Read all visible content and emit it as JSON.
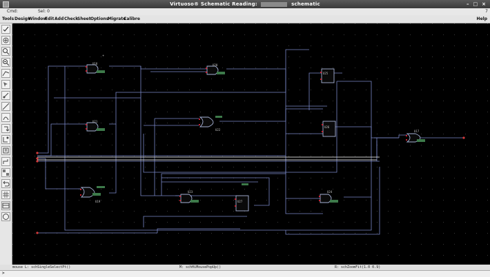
{
  "window": {
    "title_prefix": "Virtuoso® Schematic Reading:",
    "title_suffix": "schematic",
    "min_btn": "–",
    "max_btn": "□",
    "close_btn": "×"
  },
  "status": {
    "cmd": "Cmd:",
    "sel": "Sel: 0",
    "num": "7"
  },
  "menu": {
    "items": [
      "Tools",
      "Design",
      "Window",
      "Edit",
      "Add",
      "Check",
      "Sheet",
      "Options",
      "Migrate",
      "Calibre"
    ],
    "help": "Help"
  },
  "toolbar": {
    "icons": [
      "check-icon",
      "stop-icon",
      "zoom-in-icon",
      "zoom-out-icon",
      "wire-icon",
      "select-icon",
      "pin-icon",
      "line-icon",
      "arc-icon",
      "rotate-icon",
      "label-icon",
      "property-icon",
      "path-icon",
      "hierarchy-icon",
      "undo-icon",
      "grid-icon",
      "table-icon",
      "circle-icon"
    ]
  },
  "schematic": {
    "instances": [
      {
        "label": "U18",
        "type": "nand"
      },
      {
        "label": "U20",
        "type": "nand"
      },
      {
        "label": "U21",
        "type": "nand"
      },
      {
        "label": "U22",
        "type": "or"
      },
      {
        "label": "U19",
        "type": "or"
      },
      {
        "label": "U23",
        "type": "nand"
      },
      {
        "label": "U24",
        "type": "nand"
      },
      {
        "label": "U17",
        "type": "or"
      },
      {
        "label": "U25",
        "type": "box"
      },
      {
        "label": "U26",
        "type": "box"
      },
      {
        "label": "U27",
        "type": "box"
      }
    ]
  },
  "bottom": {
    "mouse_l": "mouse L: schSingleSelectPt()",
    "mouse_m": "M: schHiMousePopUp()",
    "mouse_r": "R: schZoomFit(1.0 0.9)"
  },
  "cmdline": {
    "prompt": ">"
  }
}
